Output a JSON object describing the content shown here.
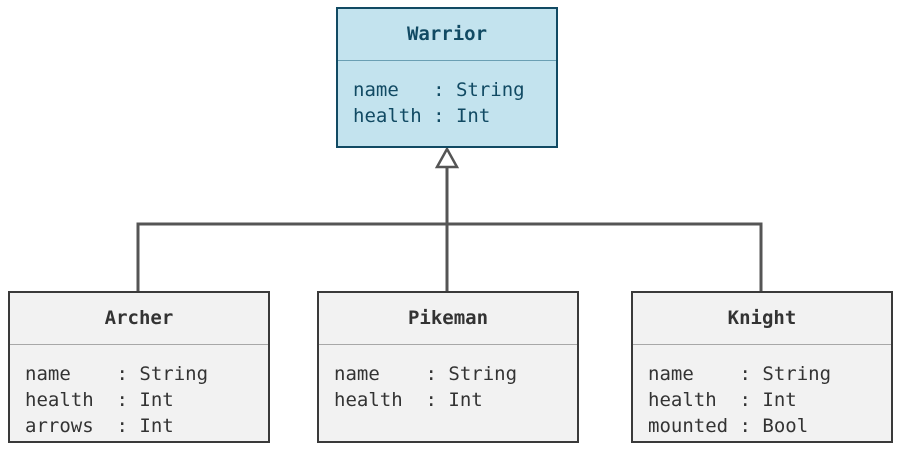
{
  "colors": {
    "parent_fill": "#c3e3ee",
    "parent_stroke": "#114a63",
    "child_fill": "#f2f2f2",
    "child_stroke": "#3a3a3a",
    "connector": "#555555"
  },
  "parent": {
    "title": "Warrior",
    "attributes": [
      "name   : String",
      "health : Int"
    ]
  },
  "children": [
    {
      "title": "Archer",
      "attributes": [
        "name    : String",
        "health  : Int",
        "arrows  : Int"
      ]
    },
    {
      "title": "Pikeman",
      "attributes": [
        "name    : String",
        "health  : Int"
      ]
    },
    {
      "title": "Knight",
      "attributes": [
        "name    : String",
        "health  : Int",
        "mounted : Bool"
      ]
    }
  ]
}
